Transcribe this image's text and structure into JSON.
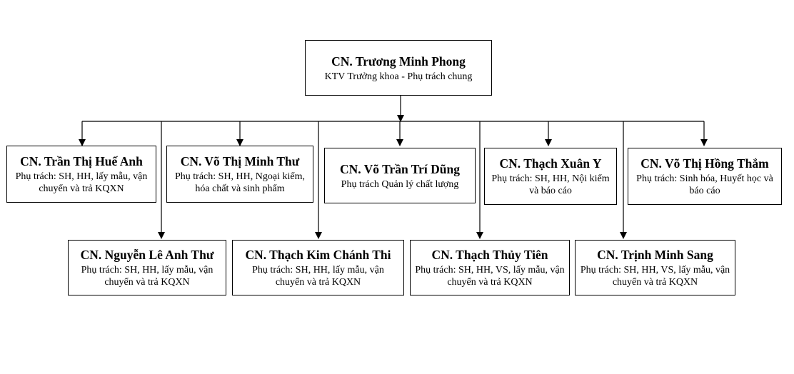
{
  "org_chart": {
    "root": {
      "name": "CN. Trương Minh Phong",
      "role": "KTV Trưởng khoa - Phụ trách chung"
    },
    "row1": [
      {
        "name": "CN. Trần Thị Huế Anh",
        "role": "Phụ trách: SH, HH, lấy mẫu, vận chuyển và trả KQXN"
      },
      {
        "name": "CN. Võ Thị Minh Thư",
        "role": "Phụ trách: SH, HH, Ngoại kiểm, hóa chất và sinh phẩm"
      },
      {
        "name": "CN. Võ Trần Trí Dũng",
        "role": "Phụ trách Quản lý chất lượng"
      },
      {
        "name": "CN. Thạch Xuân Y",
        "role": "Phụ trách: SH, HH, Nội kiểm và báo cáo"
      },
      {
        "name": "CN. Võ Thị Hồng Thắm",
        "role": "Phụ trách: Sinh hóa, Huyết học và báo cáo"
      }
    ],
    "row2": [
      {
        "name": "CN. Nguyễn Lê Anh Thư",
        "role": "Phụ trách: SH, HH, lấy mẫu, vận chuyển và trả KQXN"
      },
      {
        "name": "CN. Thạch Kim Chánh Thi",
        "role": "Phụ trách: SH, HH, lấy mẫu, vận chuyển và trả KQXN"
      },
      {
        "name": "CN. Thạch Thủy Tiên",
        "role": "Phụ trách: SH, HH, VS, lấy mẫu, vận chuyển và trả KQXN"
      },
      {
        "name": "CN. Trịnh Minh Sang",
        "role": "Phụ trách: SH, HH, VS, lấy mẫu, vận chuyển và trả KQXN"
      }
    ]
  }
}
